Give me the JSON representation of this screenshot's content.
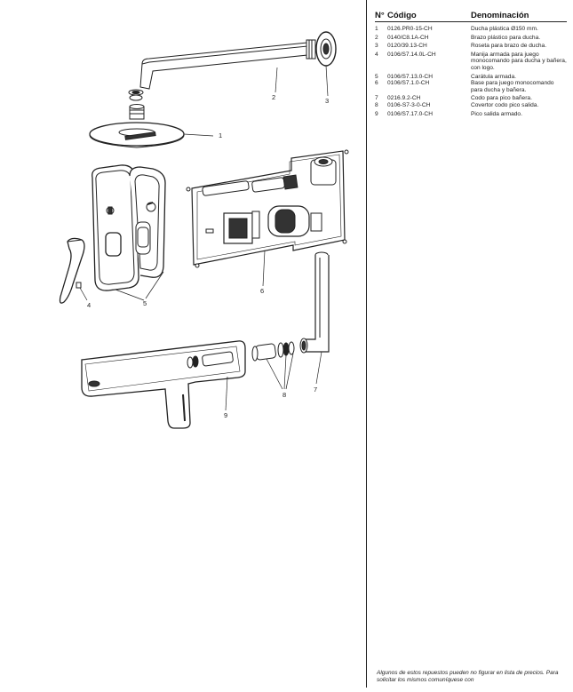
{
  "table": {
    "headers": {
      "num": "N°",
      "code": "Código",
      "name": "Denominación"
    },
    "rows": [
      {
        "num": "1",
        "code": "0126.PR0-15-CH",
        "name": "Ducha plástica Ø150 mm."
      },
      {
        "num": "2",
        "code": "0140/C8.1A-CH",
        "name": "Brazo plástico para ducha."
      },
      {
        "num": "3",
        "code": "0120/39.13-CH",
        "name": "Roseta para brazo de ducha."
      },
      {
        "num": "4",
        "code": "0106/S7.14.0L-CH",
        "name": "Manija armada para juego monocomando para ducha y bañera, con logo."
      },
      {
        "num": "5",
        "code": "0106/S7.13.0-CH",
        "name": "Carátula armada."
      },
      {
        "num": "6",
        "code": "0106/S7.1.0-CH",
        "name": "Base para juego monocomando para ducha y bañera."
      },
      {
        "num": "7",
        "code": "0216.9.2-CH",
        "name": "Codo para pico bañera."
      },
      {
        "num": "8",
        "code": "0106-S7-3-0-CH",
        "name": "Covertor codo pico salida."
      },
      {
        "num": "9",
        "code": "0106/S7.17.0-CH",
        "name": "Pico salida armado."
      }
    ]
  },
  "callouts": [
    "1",
    "2",
    "3",
    "4",
    "5",
    "6",
    "7",
    "8",
    "9"
  ],
  "footnote": "Algunos de estos repuestos pueden no figurar en lista de precios. Para solicitar los mismos comuníquese con"
}
